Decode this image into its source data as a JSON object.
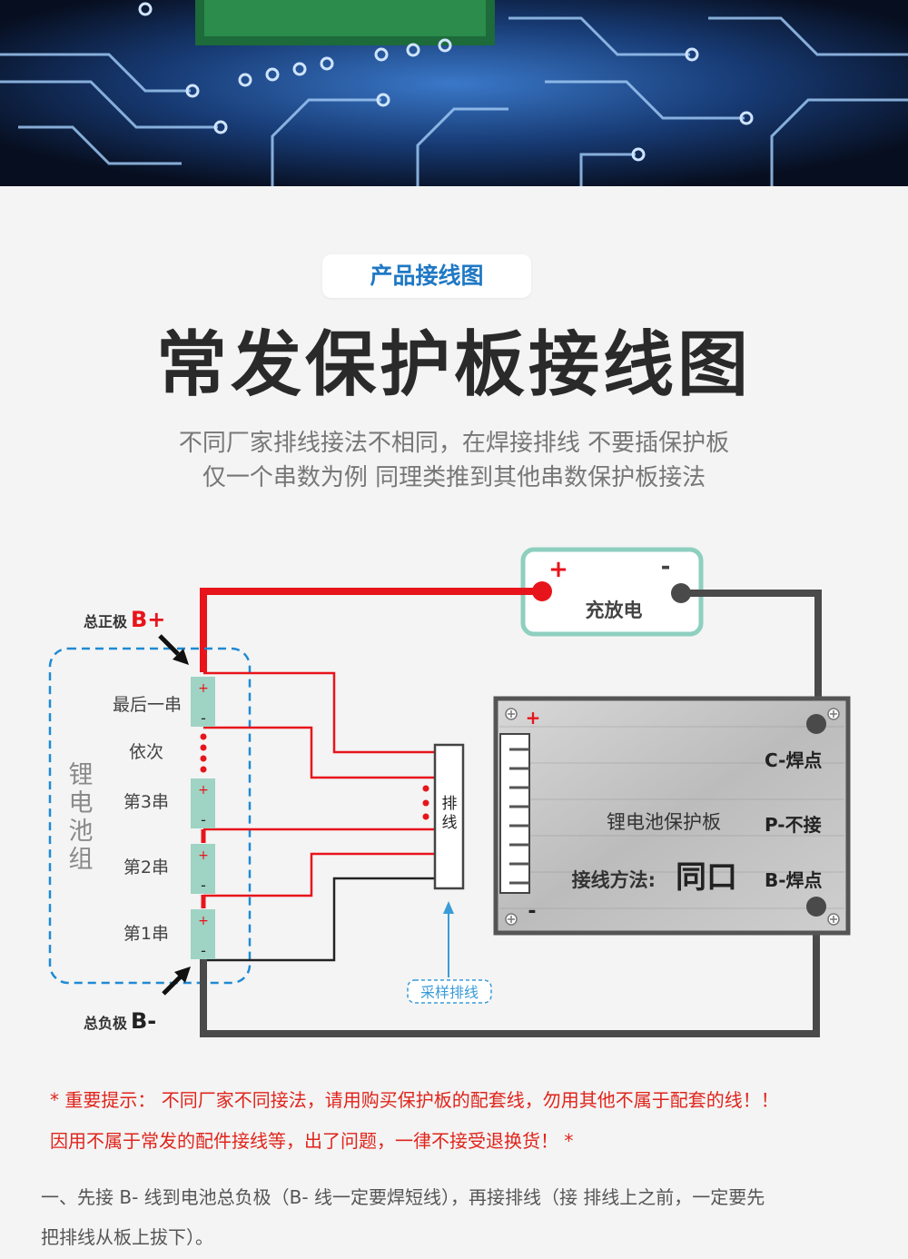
{
  "header": {
    "tag": "产品接线图",
    "title": "常发保护板接线图",
    "subtitle_line1": "不同厂家排线接法不相同，在焊接排线 不要插保护板",
    "subtitle_line2": "仅一个串数为例 同理类推到其他串数保护板接法"
  },
  "diagram": {
    "total_positive_label": "总正极",
    "total_positive_symbol": "B+",
    "total_negative_label": "总负极",
    "total_negative_symbol": "B-",
    "battery_pack": "锂电池组",
    "cells": [
      "最后一串",
      "依次",
      "第3串",
      "第2串",
      "第1串"
    ],
    "charge_discharge": "充放电",
    "charge_plus": "+",
    "charge_minus": "-",
    "ribbon_label": "排线",
    "sampling_label": "采样排线",
    "board_name": "锂电池保护板",
    "wiring_method_label": "接线方法:",
    "wiring_method_value": "同口",
    "pad_c": "C-焊点",
    "pad_p": "P-不接",
    "pad_b": "B-焊点",
    "board_plus": "+",
    "board_minus": "-"
  },
  "notice": {
    "line1": "* 重要提示： 不同厂家不同接法，请用购买保护板的配套线，勿用其他不属于配套的线！！",
    "line2": "因用不属于常发的配件接线等，出了问题，一律不接受退换货！ *"
  },
  "instructions": {
    "line1": "一、先接 B- 线到电池总负极（B- 线一定要焊短线），再接排线（接 排线上之前，一定要先",
    "line2": "把排线从板上拔下）。"
  },
  "colors": {
    "red": "#e8141b",
    "dark": "#4a4a4a",
    "blue": "#1f78c4",
    "teal": "#8ecfc0",
    "cell_green": "#9fd3c4"
  }
}
